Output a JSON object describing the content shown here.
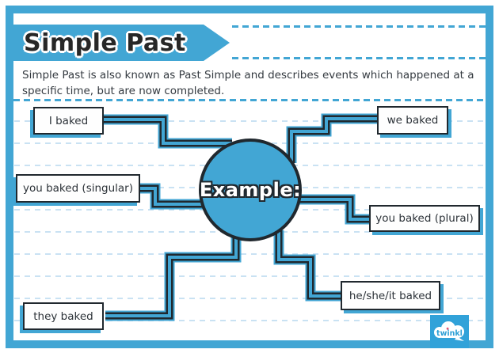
{
  "page": {
    "title": "Simple Past",
    "description": "Simple Past is also known as Past Simple and describes events which happened at a specific time, but are now completed."
  },
  "diagram": {
    "center_label": "Example:",
    "nodes": [
      {
        "label": "I baked"
      },
      {
        "label": "you baked (singular)"
      },
      {
        "label": "they baked"
      },
      {
        "label": "we baked"
      },
      {
        "label": "you baked (plural)"
      },
      {
        "label": "he/she/it baked"
      }
    ]
  },
  "branding": {
    "logo_text": "twinkl"
  },
  "colors": {
    "accent_blue": "#42a6d4",
    "outline_dark": "#20282e",
    "faint_rule": "#c9e2f3",
    "logo_blue": "#31a2d9",
    "logo_dot_pink": "#e8506e"
  }
}
